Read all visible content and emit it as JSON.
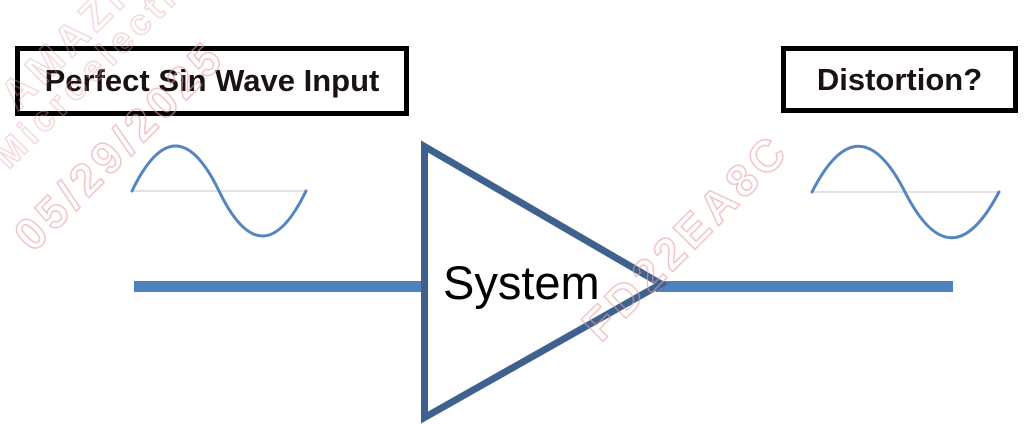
{
  "diagram": {
    "input_label": "Perfect Sin Wave Input",
    "output_label": "Distortion?",
    "system_label": "System"
  },
  "watermark": {
    "line1": "AMAZF",
    "line2": "Microelectro",
    "date": "05/29/2025",
    "code": "FD22EA8C"
  },
  "colors": {
    "signal_line": "#4F81BD",
    "triangle_stroke": "#3E618F",
    "sine_stroke": "#5585BE",
    "axis_line": "#D9D9D9",
    "box_border": "#000000",
    "watermark_pink": "#E89F9F"
  }
}
